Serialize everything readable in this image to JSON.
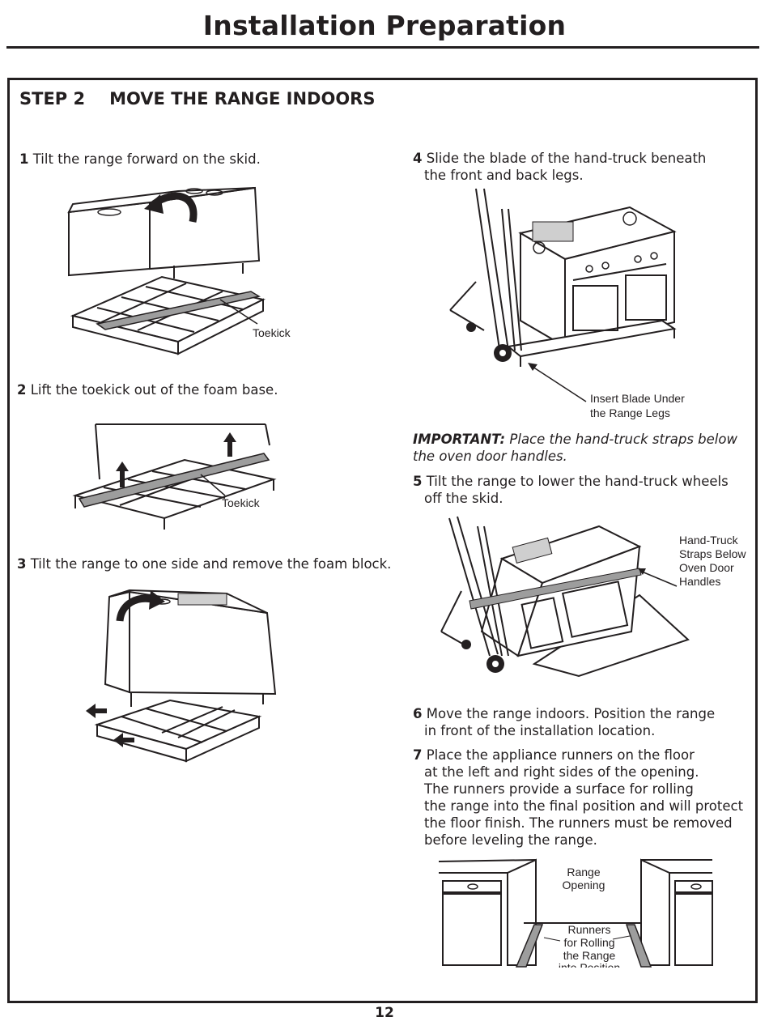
{
  "header": {
    "title": "Installation Preparation"
  },
  "step": {
    "label": "STEP 2",
    "title": "MOVE THE RANGE INDOORS"
  },
  "instructions": [
    {
      "num": "1",
      "line1": "Tilt the range forward on the skid.",
      "line2": ""
    },
    {
      "num": "2",
      "line1": "Lift the toekick out of the foam base.",
      "line2": ""
    },
    {
      "num": "3",
      "line1": "Tilt the range to one side and remove the foam block.",
      "line2": ""
    },
    {
      "num": "4",
      "line1": "Slide the blade of the hand-truck beneath",
      "line2": "the front and back legs."
    },
    {
      "num": "5",
      "line1": "Tilt the range to lower the hand-truck wheels",
      "line2": "off the skid."
    },
    {
      "num": "6",
      "line1": "Move the range indoors. Position the range",
      "line2": "in front of the installation location."
    },
    {
      "num": "7",
      "lines": [
        "Place the appliance runners on the floor",
        "at the left and right sides of the opening.",
        "The runners provide a surface for rolling",
        "the range into the final position and will protect",
        "the floor finish. The runners must be removed",
        "before leveling the range."
      ]
    }
  ],
  "important": {
    "label": "IMPORTANT:",
    "line1": "Place the hand-truck straps below",
    "line2": "the oven door handles."
  },
  "callouts": {
    "toekick_1": "Toekick",
    "toekick_2": "Toekick",
    "insert_blade_1": "Insert Blade Under",
    "insert_blade_2": "the Range Legs",
    "straps_1": "Hand-Truck",
    "straps_2": "Straps Below",
    "straps_3": "Oven Door",
    "straps_4": "Handles",
    "opening_1": "Range",
    "opening_2": "Opening",
    "runners_1": "Runners",
    "runners_2": "for Rolling",
    "runners_3": "the Range",
    "runners_4": "into Position"
  },
  "footer": {
    "page_number": "12"
  }
}
